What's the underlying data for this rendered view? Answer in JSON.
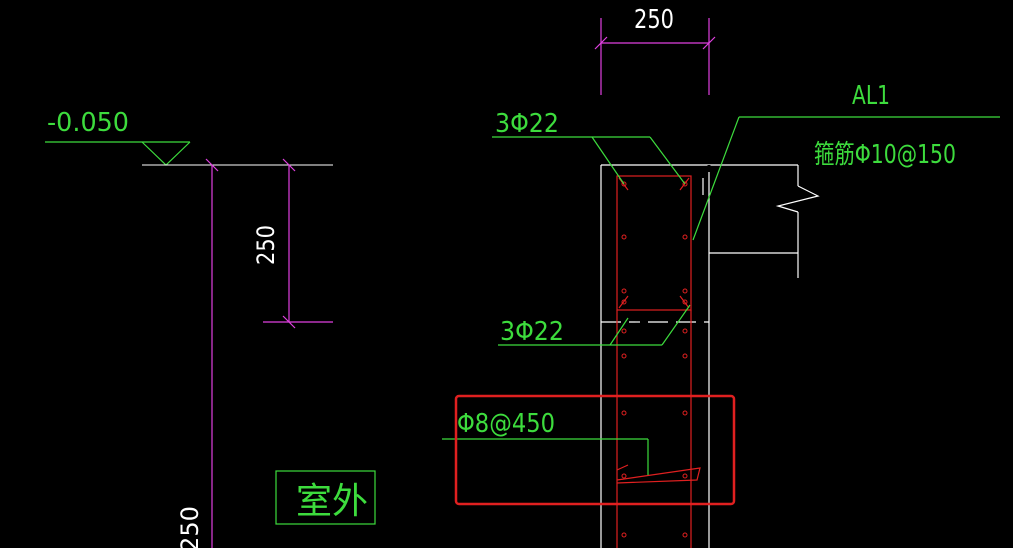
{
  "labels": {
    "elevation": "-0.050",
    "dim_top_width": "250",
    "dim_left_vertical": "250",
    "dim_bottom_left": "250",
    "beam_name": "AL1",
    "top_rebar": "3Φ22",
    "bottom_rebar": "3Φ22",
    "stirrup": "箍筋Φ10@150",
    "tie_bar": "Φ8@450",
    "outdoor": "室外"
  },
  "colors": {
    "background": "#000000",
    "green": "#3ddc3d",
    "white": "#ffffff",
    "magenta": "#e040e0",
    "red": "#e02020",
    "highlight_box": "#e02020"
  }
}
